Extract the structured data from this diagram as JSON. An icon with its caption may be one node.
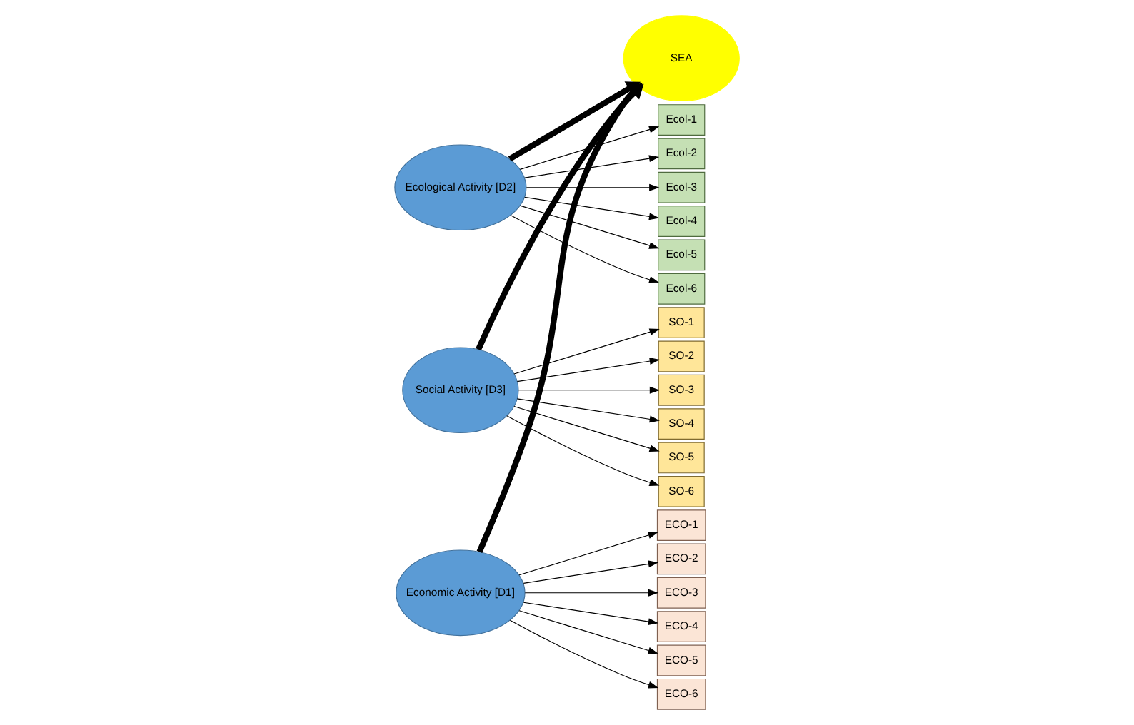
{
  "diagram": {
    "nodes": [
      {
        "text": [
          "Economic Activity [D1]"
        ]
      },
      {
        "text": [
          "Ecological Activity [D2]"
        ]
      },
      {
        "text": [
          "Social Activity [D3]"
        ]
      },
      {
        "text": [
          "SEA"
        ]
      },
      {
        "text": [
          "ECO-1"
        ]
      },
      {
        "text": [
          "ECO-2"
        ]
      },
      {
        "text": [
          "ECO-3"
        ]
      },
      {
        "text": [
          "ECO-4"
        ]
      },
      {
        "text": [
          "ECO-5"
        ]
      },
      {
        "text": [
          "ECO-6"
        ]
      },
      {
        "text": [
          "Ecol-1"
        ]
      },
      {
        "text": [
          "Ecol-2"
        ]
      },
      {
        "text": [
          "Ecol-3"
        ]
      },
      {
        "text": [
          "Ecol-4"
        ]
      },
      {
        "text": [
          "Ecol-5"
        ]
      },
      {
        "text": [
          "Ecol-6"
        ]
      },
      {
        "text": [
          "SO-1"
        ]
      },
      {
        "text": [
          "SO-2"
        ]
      },
      {
        "text": [
          "SO-3"
        ]
      },
      {
        "text": [
          "SO-4"
        ]
      },
      {
        "text": [
          "SO-5"
        ]
      },
      {
        "text": [
          "SO-6"
        ]
      }
    ],
    "edges": [
      {
        "from": 0,
        "to": 3,
        "arrow": "to",
        "style": "thick"
      },
      {
        "from": 2,
        "to": 3,
        "arrow": "to",
        "style": "thick"
      },
      {
        "from": 1,
        "to": 3,
        "arrow": "to",
        "style": "thick"
      },
      {
        "from": 0,
        "to": 4,
        "arrow": "to"
      },
      {
        "from": 0,
        "to": 5,
        "arrow": "to"
      },
      {
        "from": 0,
        "to": 6,
        "arrow": "to"
      },
      {
        "from": 0,
        "to": 7,
        "arrow": "to"
      },
      {
        "from": 0,
        "to": 8,
        "arrow": "to"
      },
      {
        "from": 0,
        "to": 9,
        "arrow": "to"
      },
      {
        "from": 1,
        "to": 10,
        "arrow": "to"
      },
      {
        "from": 1,
        "to": 11,
        "arrow": "to"
      },
      {
        "from": 1,
        "to": 12,
        "arrow": "to"
      },
      {
        "from": 1,
        "to": 13,
        "arrow": "to"
      },
      {
        "from": 1,
        "to": 14,
        "arrow": "to"
      },
      {
        "from": 1,
        "to": 15,
        "arrow": "to"
      },
      {
        "from": 2,
        "to": 16,
        "arrow": "to"
      },
      {
        "from": 2,
        "to": 17,
        "arrow": "to"
      },
      {
        "from": 2,
        "to": 18,
        "arrow": "to"
      },
      {
        "from": 2,
        "to": 19,
        "arrow": "to"
      },
      {
        "from": 2,
        "to": 20,
        "arrow": "to"
      },
      {
        "from": 2,
        "to": 21,
        "arrow": "to"
      }
    ]
  }
}
